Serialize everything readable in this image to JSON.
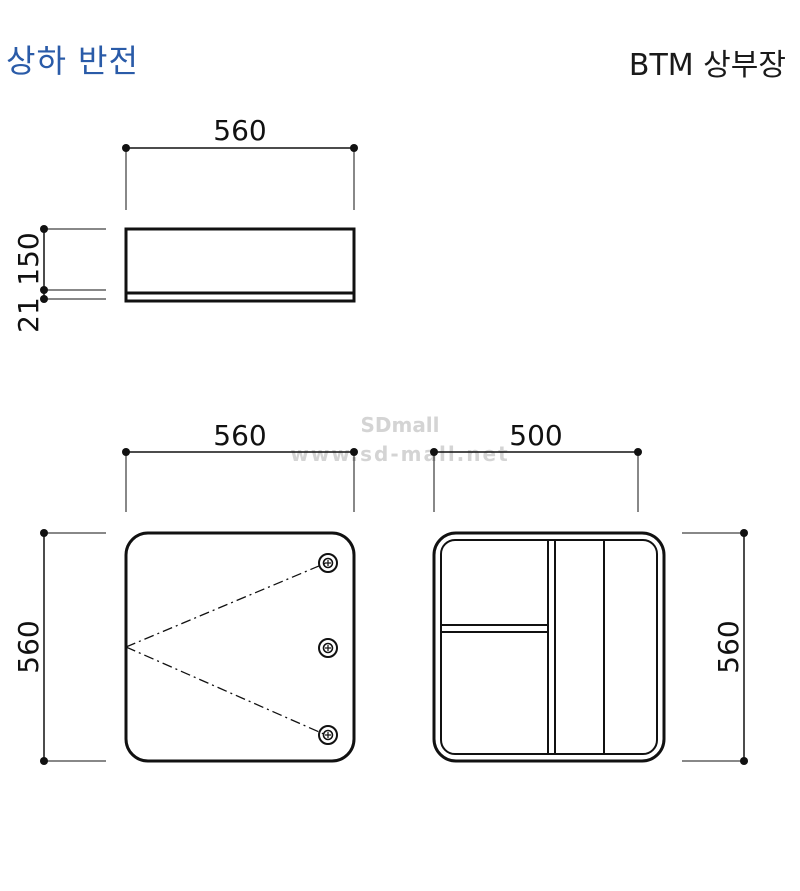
{
  "header": {
    "title_left": "상하 반전",
    "title_right": "BTM 상부장"
  },
  "watermark": {
    "line1": "SDmall",
    "line2": "www.sd-mall.net"
  },
  "dimensions": {
    "top_view_width": "560",
    "side_height_main": "150",
    "side_height_small": "21",
    "front_width": "560",
    "front_height": "560",
    "back_width": "500",
    "back_height": "560"
  },
  "colors": {
    "title_blue": "#2a5ba8",
    "line": "#111111"
  }
}
